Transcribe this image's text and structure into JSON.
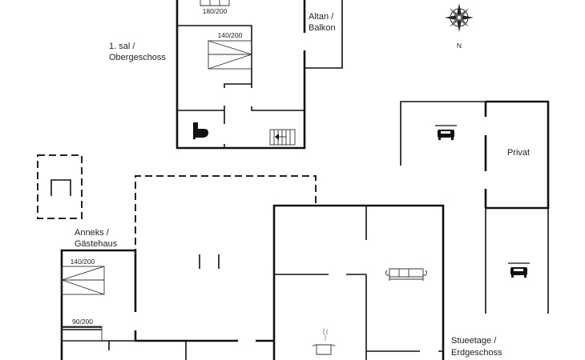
{
  "floors": {
    "upper": {
      "label_line1": "1. sal /",
      "label_line2": "Obergeschoss"
    },
    "balcony": {
      "label_line1": "Altan /",
      "label_line2": "Balkon"
    },
    "annex": {
      "label_line1": "Anneks /",
      "label_line2": "Gästehaus"
    },
    "ground": {
      "label_line1": "Stueetage /",
      "label_line2": "Erdgeschoss"
    },
    "private": {
      "label": "Privat"
    }
  },
  "beds": {
    "upper_top": "180/200",
    "upper_mid": "140/200",
    "annex_double": "140/200",
    "annex_single": "90/200"
  },
  "compass": {
    "north_label": "N"
  },
  "colors": {
    "walls": "#111111",
    "background": "#ffffff"
  }
}
